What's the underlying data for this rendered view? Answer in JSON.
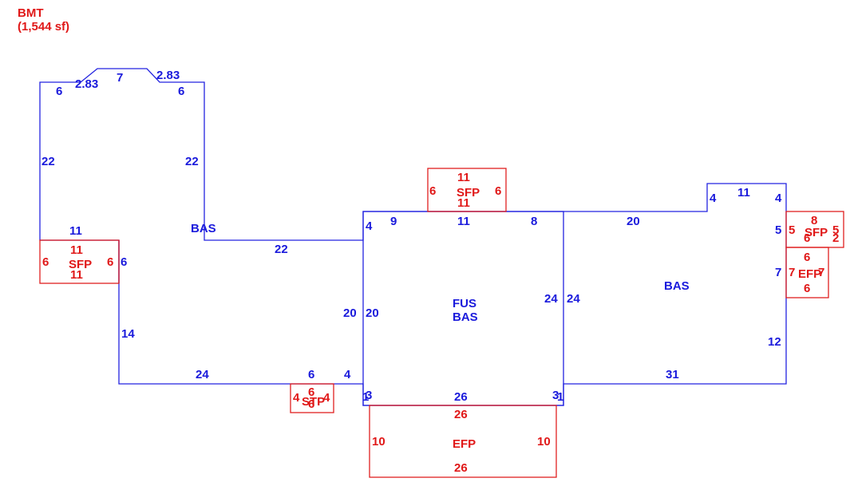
{
  "header": {
    "title": "BMT",
    "area": "(1,544 sf)"
  },
  "colors": {
    "main": "#1a1adc",
    "addon": "#e01818",
    "background": "#ffffff"
  },
  "labels": {
    "bas_left": "BAS",
    "fus": "FUS",
    "bas_center": "BAS",
    "bas_right": "BAS",
    "sfp_left": "SFP",
    "sfp_top": "SFP",
    "sfp_right": "SFP",
    "stp": "STP",
    "efp_bottom": "EFP",
    "efp_right": "EFP"
  },
  "dims": {
    "l_top_left": "6",
    "l_top_2_83a": "2.83",
    "l_top_7": "7",
    "l_top_2_83b": "2.83",
    "l_top_right": "6",
    "l_left_22": "22",
    "l_inner_22": "22",
    "l_11": "11",
    "l_22_bottom": "22",
    "l_6_right": "6",
    "l_14": "14",
    "l_24": "24",
    "l_6_bottom": "6",
    "l_4_bottom": "4",
    "c_4": "4",
    "c_9": "9",
    "c_11": "11",
    "c_8": "8",
    "c_20_out": "20",
    "c_20_in": "20",
    "c_24_in": "24",
    "c_24_out": "24",
    "c_3_left": "3",
    "c_1_left": "1",
    "c_26": "26",
    "c_3_right": "3",
    "c_1_right": "1",
    "r_20": "20",
    "r_4a": "4",
    "r_11": "11",
    "r_4b": "4",
    "r_5": "5",
    "r_7": "7",
    "r_12": "12",
    "r_31": "31",
    "sfpL_top": "11",
    "sfpL_left": "6",
    "sfpL_right": "6",
    "sfpL_bottom": "11",
    "sfpT_top": "11",
    "sfpT_left": "6",
    "sfpT_right": "6",
    "sfpT_bottom": "11",
    "sfpR_top": "8",
    "sfpR_left": "5",
    "sfpR_right": "5",
    "sfpR_bottom6": "6",
    "sfpR_bottom2": "2",
    "efpR_top": "6",
    "efpR_left": "7",
    "efpR_right": "7",
    "efpR_bottom": "6",
    "stp_top": "6",
    "stp_left": "4",
    "stp_right": "4",
    "stp_bottom": "6",
    "efpB_top": "26",
    "efpB_left": "10",
    "efpB_right": "10",
    "efpB_bottom": "26"
  }
}
